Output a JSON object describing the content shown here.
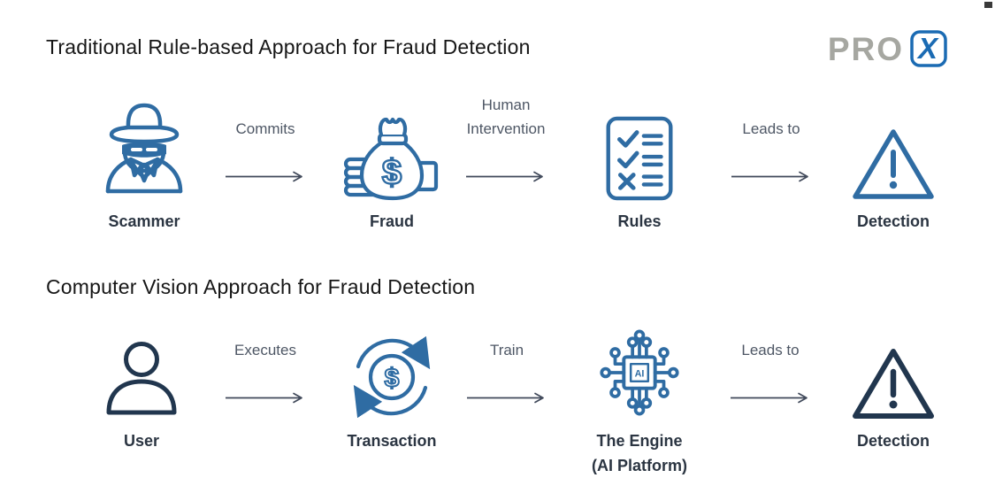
{
  "header": {
    "logo": {
      "text": "PRO",
      "mark": "X"
    }
  },
  "colors": {
    "icon_blue": "#2f6ca3",
    "icon_navy": "#21364e",
    "node_label": "#2b3542",
    "connector_label": "#4e5765",
    "arrow": "#40495a",
    "title": "#161616",
    "logo_gray": "#a6a7a1",
    "logo_blue": "#1b6bb3",
    "background": "#ffffff"
  },
  "sections": [
    {
      "title": "Traditional Rule-based Approach for Fraud Detection",
      "nodes": [
        {
          "id": "scammer",
          "icon": "spy-icon",
          "label": "Scammer"
        },
        {
          "id": "fraud",
          "icon": "money-bag-icon",
          "label": "Fraud"
        },
        {
          "id": "rules",
          "icon": "checklist-icon",
          "label": "Rules"
        },
        {
          "id": "detection",
          "icon": "warning-triangle-icon",
          "label": "Detection"
        }
      ],
      "connectors": [
        {
          "label": "Commits"
        },
        {
          "label": "Human Intervention"
        },
        {
          "label": "Leads to"
        }
      ]
    },
    {
      "title": "Computer Vision Approach for Fraud Detection",
      "nodes": [
        {
          "id": "user",
          "icon": "person-icon",
          "label": "User"
        },
        {
          "id": "transaction",
          "icon": "dollar-cycle-icon",
          "label": "Transaction"
        },
        {
          "id": "engine",
          "icon": "ai-chip-icon",
          "label": "The Engine",
          "sublabel": "(AI Platform)",
          "icon_text": "AI"
        },
        {
          "id": "detection",
          "icon": "warning-triangle-icon",
          "label": "Detection"
        }
      ],
      "connectors": [
        {
          "label": "Executes"
        },
        {
          "label": "Train"
        },
        {
          "label": "Leads to"
        }
      ]
    }
  ]
}
